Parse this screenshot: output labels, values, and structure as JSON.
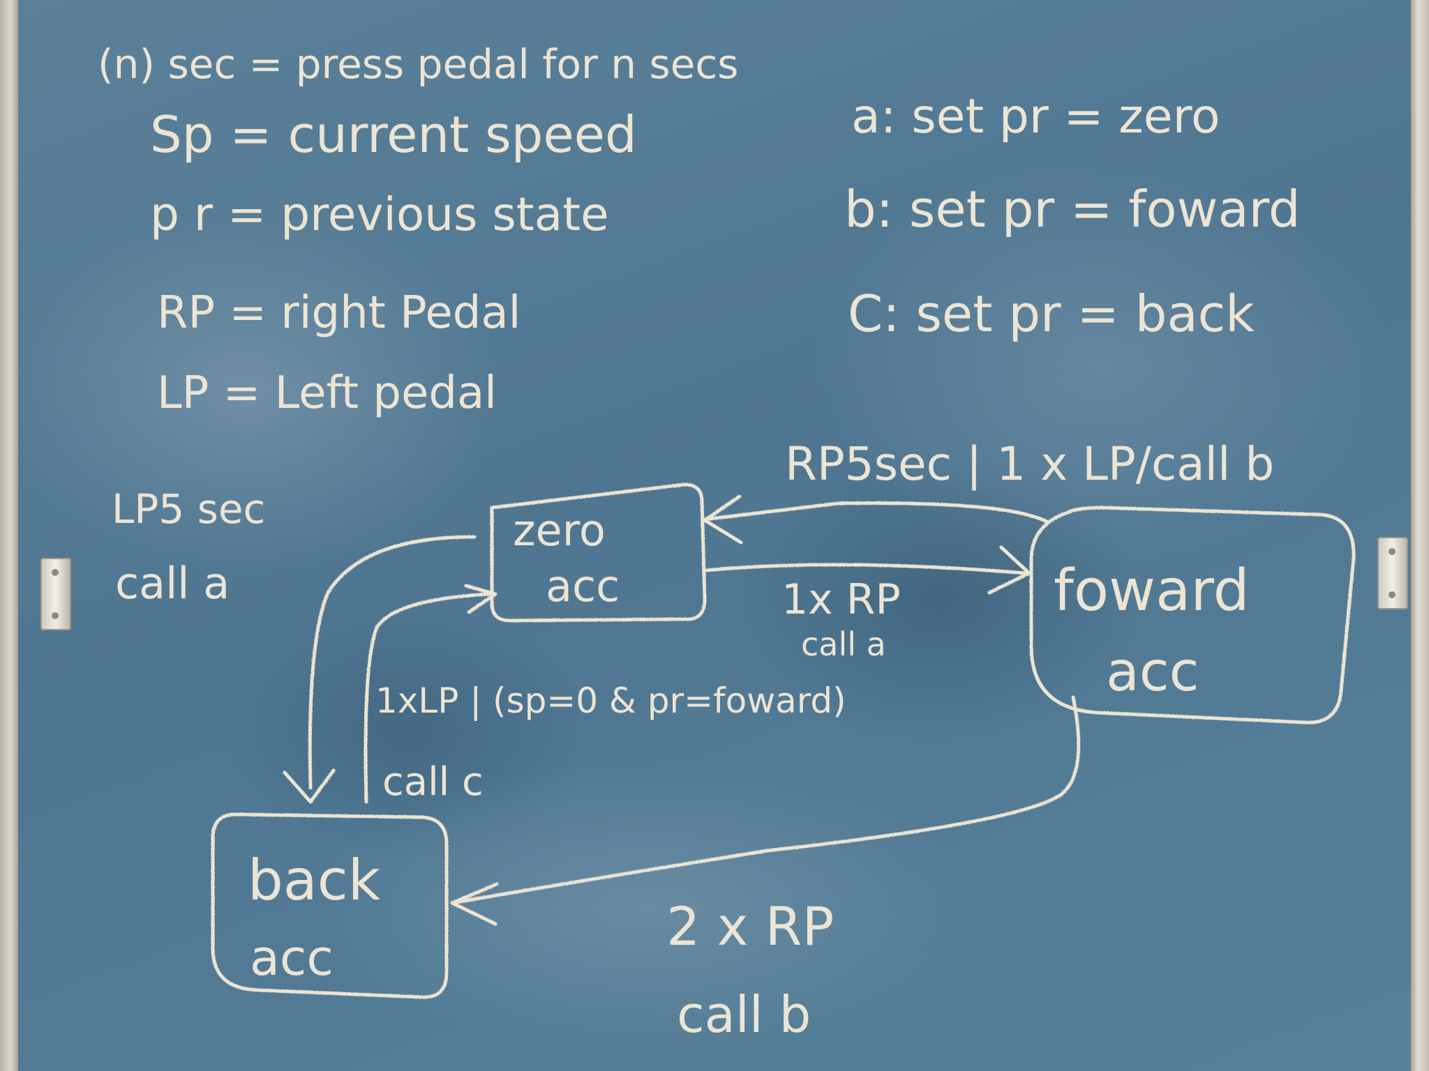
{
  "definitions": [
    "(n) sec = press pedal for n secs",
    "Sp = current speed",
    "p r = previous state",
    "RP = right Pedal",
    "LP = Left pedal"
  ],
  "actions": [
    "a: set pr = zero",
    "b: set pr = foward",
    "C: set pr = back"
  ],
  "states": {
    "zero": [
      "zero",
      "acc"
    ],
    "forward": [
      "foward",
      "acc"
    ],
    "back": [
      "back",
      "acc"
    ]
  },
  "transitions": {
    "back_to_zero": [
      "LP5 sec",
      "call a"
    ],
    "forward_to_zero": "RP5sec | 1 x LP/call b",
    "zero_to_forward": [
      "1x RP",
      "call a"
    ],
    "zero_to_back": [
      "1xLP | (sp=0 & pr=foward)",
      "call c"
    ],
    "forward_to_back": [
      "2 x RP",
      "call b"
    ]
  },
  "colors": {
    "board": "#56809a",
    "chalk": "#ece4d4",
    "frame": "#c9c3b6"
  }
}
